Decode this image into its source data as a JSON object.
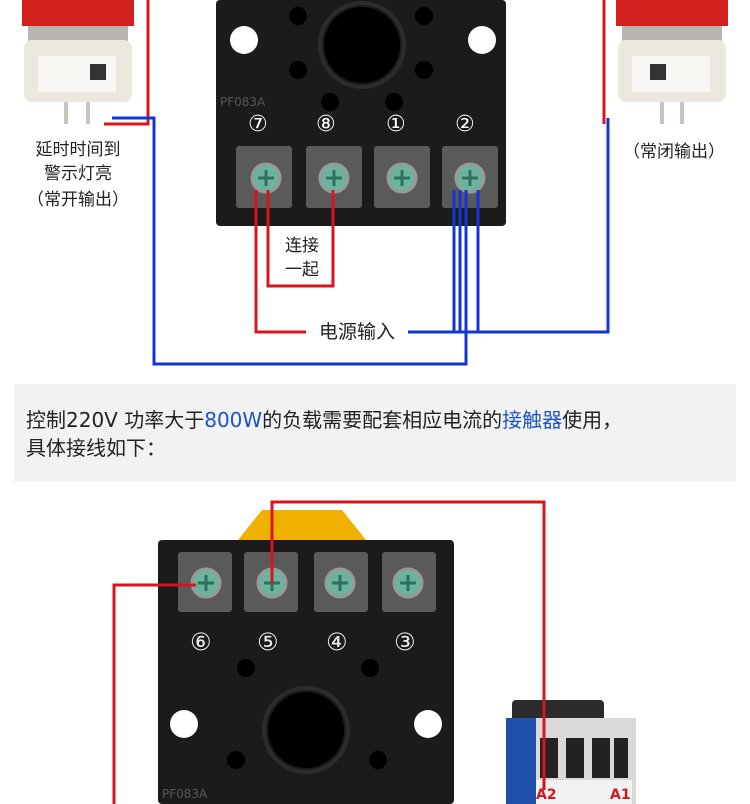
{
  "top": {
    "left_lamp_label": [
      "延时时间到",
      "警示灯亮",
      "（常开输出）"
    ],
    "right_lamp_label": "（常闭输出）",
    "connect_label": [
      "连接",
      "一起"
    ],
    "power_label": "电源输入",
    "terminals": [
      "⑦",
      "⑧",
      "①",
      "②"
    ],
    "base_model": "PF083A"
  },
  "instruction": {
    "part1": "控制220V 功率大于",
    "power": "800W",
    "part2": "的负载需要配套相应电流的",
    "contactor": "接触器",
    "part3": "使用，",
    "line2": "具体接线如下："
  },
  "bottom": {
    "terminals": [
      "⑥",
      "⑤",
      "④",
      "③"
    ],
    "base_model": "PF083A",
    "contactor_terms": [
      "A2",
      "A1"
    ]
  },
  "colors": {
    "red_wire": "#d8141c",
    "blue_wire": "#1136d4",
    "highlight": "#1a55c8"
  }
}
